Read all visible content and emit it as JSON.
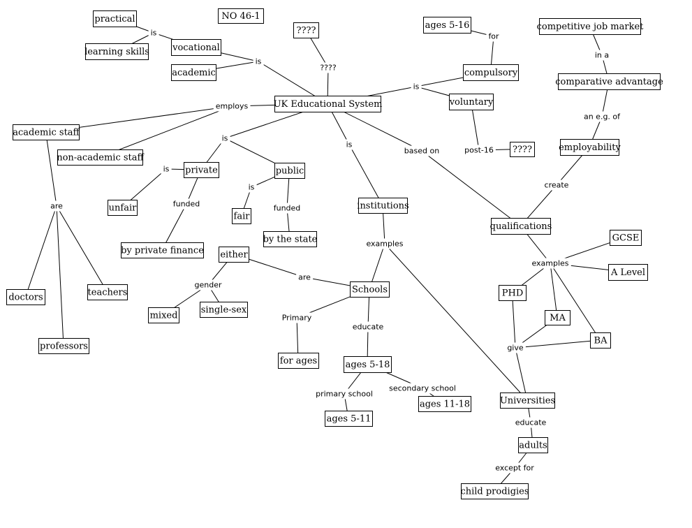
{
  "diagram": {
    "nodes": [
      {
        "id": "practical",
        "text": "practical"
      },
      {
        "id": "learning_skills",
        "text": "learning skills"
      },
      {
        "id": "vocational",
        "text": "vocational"
      },
      {
        "id": "academic",
        "text": "academic"
      },
      {
        "id": "no46",
        "text": "NO 46-1"
      },
      {
        "id": "q1",
        "text": "????"
      },
      {
        "id": "uk",
        "text": "UK Educational System"
      },
      {
        "id": "ages516",
        "text": "ages 5-16"
      },
      {
        "id": "compulsory",
        "text": "compulsory"
      },
      {
        "id": "voluntary",
        "text": "voluntary"
      },
      {
        "id": "q2",
        "text": "????"
      },
      {
        "id": "cjm",
        "text": "competitive job market"
      },
      {
        "id": "cadv",
        "text": "comparative advantage"
      },
      {
        "id": "employability",
        "text": "employability"
      },
      {
        "id": "acstaff",
        "text": "academic staff"
      },
      {
        "id": "nonac",
        "text": "non-academic staff"
      },
      {
        "id": "private",
        "text": "private"
      },
      {
        "id": "public",
        "text": "public"
      },
      {
        "id": "unfair",
        "text": "unfair"
      },
      {
        "id": "fair",
        "text": "fair"
      },
      {
        "id": "byprivate",
        "text": "by private finance"
      },
      {
        "id": "bystate",
        "text": "by the state"
      },
      {
        "id": "institutions",
        "text": "institutions"
      },
      {
        "id": "qualifications",
        "text": "qualifications"
      },
      {
        "id": "gcse",
        "text": "GCSE"
      },
      {
        "id": "alevel",
        "text": "A Level"
      },
      {
        "id": "phd",
        "text": "PHD"
      },
      {
        "id": "ma",
        "text": "MA"
      },
      {
        "id": "ba",
        "text": "BA"
      },
      {
        "id": "either",
        "text": "either"
      },
      {
        "id": "mixed",
        "text": "mixed"
      },
      {
        "id": "singlesex",
        "text": "single-sex"
      },
      {
        "id": "schools",
        "text": "Schools"
      },
      {
        "id": "forages",
        "text": "for ages"
      },
      {
        "id": "ages518",
        "text": "ages 5-18"
      },
      {
        "id": "ages511",
        "text": "ages 5-11"
      },
      {
        "id": "ages1118",
        "text": "ages 11-18"
      },
      {
        "id": "doctors",
        "text": "doctors"
      },
      {
        "id": "teachers",
        "text": "teachers"
      },
      {
        "id": "professors",
        "text": "professors"
      },
      {
        "id": "universities",
        "text": "Universities"
      },
      {
        "id": "adults",
        "text": "adults"
      },
      {
        "id": "prodigies",
        "text": "child prodigies"
      }
    ],
    "links": [
      {
        "id": "is_practical",
        "text": "is"
      },
      {
        "id": "is_academic",
        "text": "is"
      },
      {
        "id": "q_link",
        "text": "????"
      },
      {
        "id": "for_link",
        "text": "for"
      },
      {
        "id": "is_compulsory",
        "text": "is"
      },
      {
        "id": "in_a",
        "text": "in a"
      },
      {
        "id": "an_eg_of",
        "text": "an e.g. of"
      },
      {
        "id": "employs",
        "text": "employs"
      },
      {
        "id": "is_private_public",
        "text": "is"
      },
      {
        "id": "is_inst",
        "text": "is"
      },
      {
        "id": "based_on",
        "text": "based on"
      },
      {
        "id": "post16",
        "text": "post-16"
      },
      {
        "id": "create",
        "text": "create"
      },
      {
        "id": "is_unfair",
        "text": "is"
      },
      {
        "id": "funded_private",
        "text": "funded"
      },
      {
        "id": "is_fair",
        "text": "is"
      },
      {
        "id": "funded_public",
        "text": "funded"
      },
      {
        "id": "are_staff",
        "text": "are"
      },
      {
        "id": "examples_inst",
        "text": "examples"
      },
      {
        "id": "examples_qual",
        "text": "examples"
      },
      {
        "id": "gender",
        "text": "gender"
      },
      {
        "id": "are_schools",
        "text": "are"
      },
      {
        "id": "primary",
        "text": "Primary"
      },
      {
        "id": "educate_schools",
        "text": "educate"
      },
      {
        "id": "give",
        "text": "give"
      },
      {
        "id": "primary_school",
        "text": "primary school"
      },
      {
        "id": "secondary_school",
        "text": "secondary school"
      },
      {
        "id": "educate_uni",
        "text": "educate"
      },
      {
        "id": "except_for",
        "text": "except for"
      }
    ]
  }
}
